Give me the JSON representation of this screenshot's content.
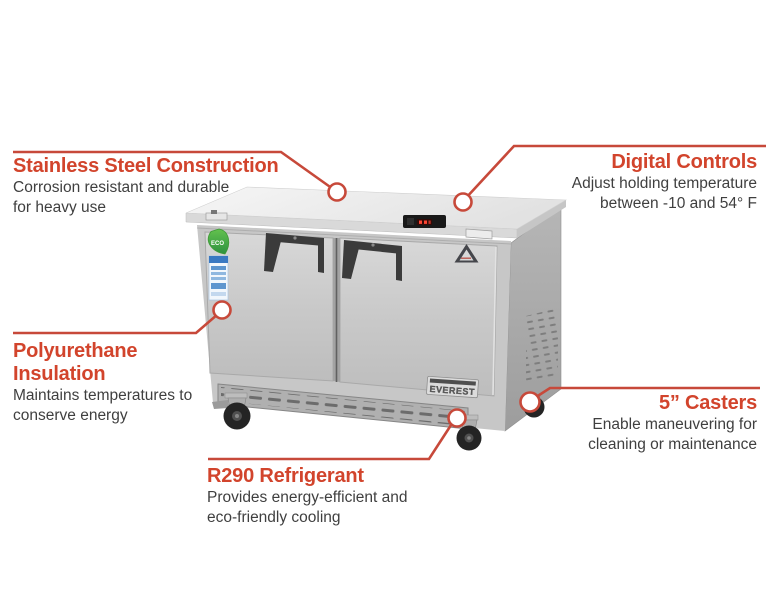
{
  "image_title": "Undercounter refrigerator feature callout diagram",
  "colors": {
    "accent_heading": "#d2442c",
    "callout_line": "#c7493a",
    "body_text": "#3f3f3f",
    "background": "#ffffff",
    "stainless_steel": "#c9c9c9"
  },
  "callouts": {
    "stainless": {
      "title": "Stainless Steel Construction",
      "desc_line1": "Corrosion resistant and durable",
      "desc_line2": "for heavy use"
    },
    "digital": {
      "title": "Digital Controls",
      "desc_line1": "Adjust holding temperature",
      "desc_line2": "between -10 and 54° F"
    },
    "insulation": {
      "title_line1": "Polyurethane",
      "title_line2": "Insulation",
      "desc_line1": "Maintains temperatures to",
      "desc_line2": "conserve energy"
    },
    "refrigerant": {
      "title": "R290 Refrigerant",
      "desc_line1": "Provides energy-efficient and",
      "desc_line2": "eco-friendly cooling"
    },
    "casters": {
      "title": "5” Casters",
      "desc_line1": "Enable maneuvering for",
      "desc_line2": "cleaning or maintenance"
    }
  },
  "product": {
    "brand_badge": "EVEREST",
    "eco_badge": "ECO"
  }
}
